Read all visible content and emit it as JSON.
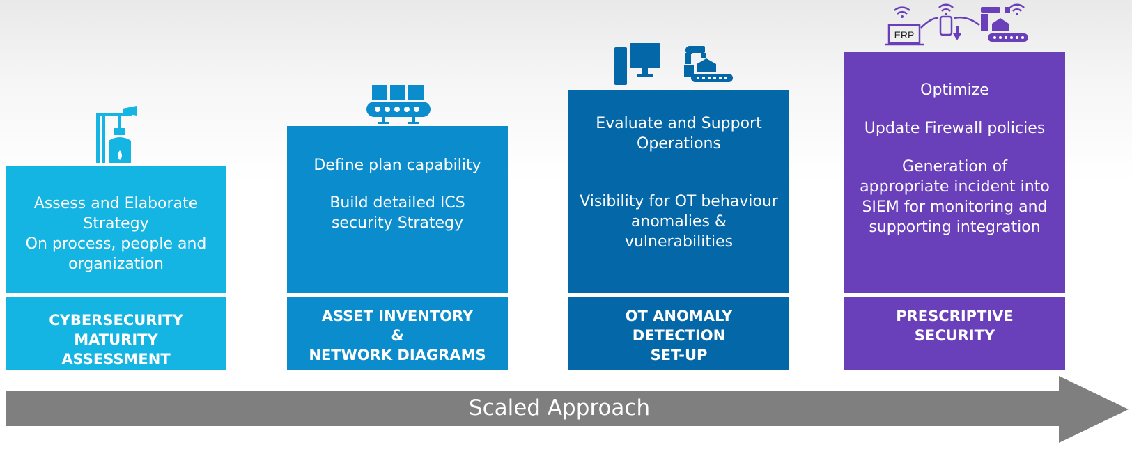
{
  "columns": [
    {
      "id": "col1",
      "color": "#14b4e3",
      "icon": "industrial-furnace-icon",
      "body_lines": [
        "Assess and Elaborate Strategy",
        "On process, people and organization"
      ],
      "footer": [
        "CYBERSECURITY",
        "MATURITY",
        "ASSESSMENT"
      ]
    },
    {
      "id": "col2",
      "color": "#0a8ccd",
      "icon": "conveyor-boxes-icon",
      "body_lines": [
        "Define plan capability",
        "Build  detailed ICS security Strategy"
      ],
      "footer": [
        "ASSET INVENTORY",
        "&",
        "NETWORK DIAGRAMS"
      ]
    },
    {
      "id": "col3",
      "color": "#0467a8",
      "icon": "computer-and-robot-arm-icon",
      "body_lines": [
        "Evaluate and Support Operations",
        "Visibility for OT behaviour anomalies & vulnerabilities"
      ],
      "footer": [
        "OT ANOMALY",
        "DETECTION",
        "SET-UP"
      ]
    },
    {
      "id": "col4",
      "color": "#6a3fba",
      "icon": "erp-connected-devices-icon",
      "icon_text": "ERP",
      "body_lines": [
        "Optimize",
        "Update Firewall policies",
        "Generation of appropriate incident into SIEM for monitoring and supporting integration"
      ],
      "footer": [
        "PRESCRIPTIVE",
        "SECURITY"
      ]
    }
  ],
  "arrow": {
    "label": "Scaled Approach",
    "color": "#7f7f7f"
  }
}
